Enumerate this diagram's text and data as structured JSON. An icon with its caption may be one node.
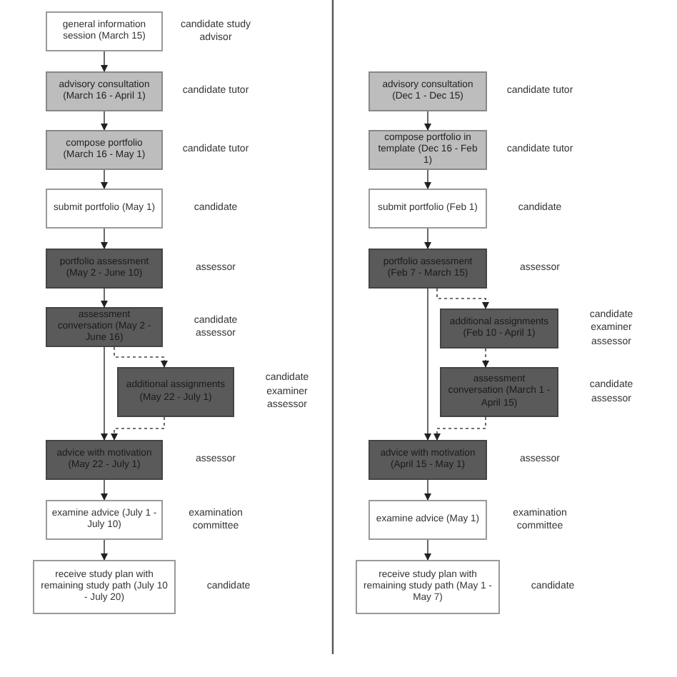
{
  "diagram": {
    "nodes": [
      {
        "text": [
          "general information session (March 15)"
        ],
        "beside": [
          "candidate study advisor"
        ]
      },
      {
        "text": [
          "advisory consultation (March 16 - April 1)"
        ],
        "beside": [
          "candidate tutor"
        ]
      },
      {
        "text": [
          "compose portfolio (March 16 - May 1)"
        ],
        "beside": [
          "candidate tutor"
        ]
      },
      {
        "text": [
          "submit portfolio (May 1)"
        ],
        "beside": [
          "candidate"
        ]
      },
      {
        "text": [
          "portfolio assessment (May 2 - June 10)"
        ],
        "beside": [
          "assessor"
        ]
      },
      {
        "text": [
          "assessment conversation (May 2 - June 16)"
        ],
        "beside": [
          "candidate assessor"
        ]
      },
      {
        "text": [
          "additional assignments (May 22 - July 1)"
        ],
        "beside": [
          "candidate examiner assessor"
        ]
      },
      {
        "text": [
          "advice with motivation (May 22 - July 1)"
        ],
        "beside": [
          "assessor"
        ]
      },
      {
        "text": [
          "examine advice (July 1 - July 10)"
        ],
        "beside": [
          "examination committee"
        ]
      },
      {
        "text": [
          "receive study plan with remaining study path (July 10 - July 20)"
        ],
        "beside": [
          "candidate"
        ]
      },
      {
        "text": [
          "advisory consultation (Dec 1 - Dec 15)"
        ],
        "beside": [
          "candidate tutor"
        ]
      },
      {
        "text": [
          "compose portfolio in template (Dec 16 - Feb 1)"
        ],
        "beside": [
          "candidate tutor"
        ]
      },
      {
        "text": [
          "submit portfolio (Feb 1)"
        ],
        "beside": [
          "candidate"
        ]
      },
      {
        "text": [
          "portfolio assessment (Feb 7 - March 15)"
        ],
        "beside": [
          "assessor"
        ]
      },
      {
        "text": [
          "additional assignments (Feb 10 - April 1)"
        ],
        "beside": [
          "candidate examiner assessor"
        ]
      },
      {
        "text": [
          "assessment conversation (March 1 - April 15)"
        ],
        "beside": [
          "candidate assessor"
        ]
      },
      {
        "text": [
          "advice with motivation (April 15 - May 1)"
        ],
        "beside": [
          "assessor"
        ]
      },
      {
        "text": [
          "examine advice (May 1)"
        ],
        "beside": [
          "examination committee"
        ]
      },
      {
        "text": [
          "receive study plan with remaining study path (May 1 - May 7)"
        ],
        "beside": [
          "candidate"
        ]
      }
    ],
    "edges": [
      {
        "from": 0,
        "to": 1,
        "arrow": "to"
      },
      {
        "from": 1,
        "to": 2,
        "arrow": "to"
      },
      {
        "from": 2,
        "to": 3,
        "arrow": "to"
      },
      {
        "from": 3,
        "to": 4,
        "arrow": "to"
      },
      {
        "from": 4,
        "to": 5,
        "arrow": "to"
      },
      {
        "from": 5,
        "to": 7,
        "arrow": "to"
      },
      {
        "from": 5,
        "to": 6,
        "arrow": "to",
        "style": "dashed"
      },
      {
        "from": 6,
        "to": 7,
        "arrow": "to",
        "style": "dashed"
      },
      {
        "from": 7,
        "to": 8,
        "arrow": "to"
      },
      {
        "from": 8,
        "to": 9,
        "arrow": "to"
      },
      {
        "from": 10,
        "to": 11,
        "arrow": "to"
      },
      {
        "from": 11,
        "to": 12,
        "arrow": "to"
      },
      {
        "from": 12,
        "to": 13,
        "arrow": "to"
      },
      {
        "from": 13,
        "to": 16,
        "arrow": "to"
      },
      {
        "from": 13,
        "to": 14,
        "arrow": "to",
        "style": "dashed"
      },
      {
        "from": 14,
        "to": 15,
        "arrow": "to",
        "style": "dashed"
      },
      {
        "from": 15,
        "to": 16,
        "arrow": "to",
        "style": "dashed"
      },
      {
        "from": 16,
        "to": 17,
        "arrow": "to"
      },
      {
        "from": 17,
        "to": 18,
        "arrow": "to"
      }
    ]
  }
}
